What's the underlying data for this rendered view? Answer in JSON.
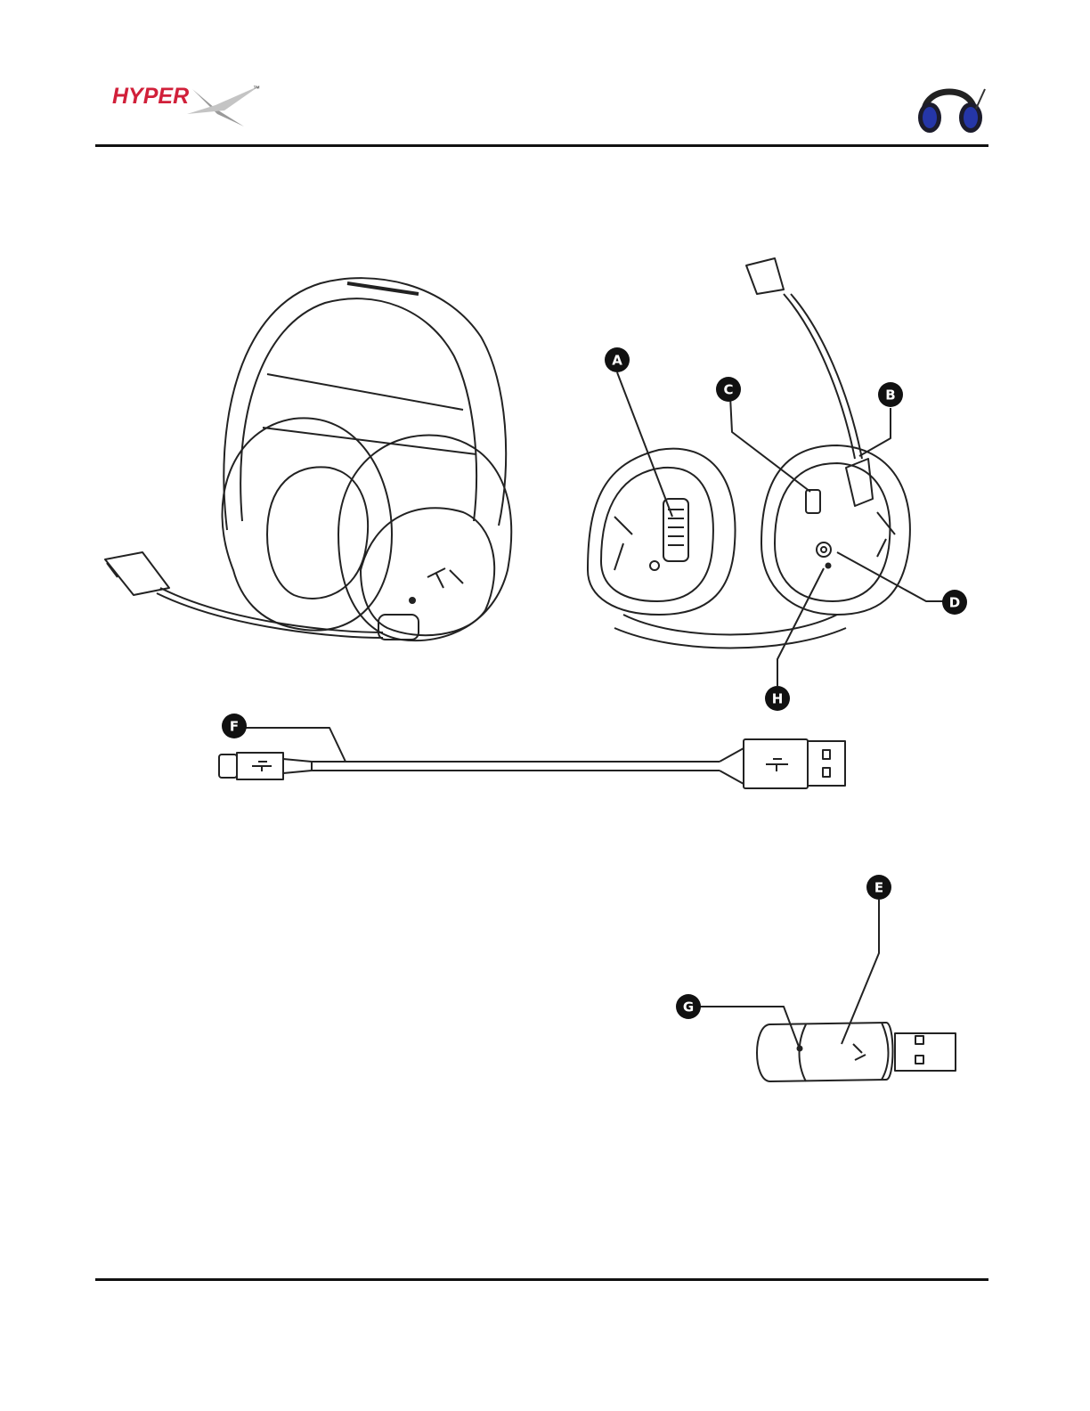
{
  "header": {
    "logo": {
      "text": "HYPER",
      "x_mark": "X",
      "trademark": "™",
      "icon": "hyperx-logo"
    },
    "thumbnail": {
      "icon": "headset-thumbnail-icon"
    }
  },
  "callouts": [
    {
      "id": "A",
      "icon": "callout-badge"
    },
    {
      "id": "B",
      "icon": "callout-badge"
    },
    {
      "id": "C",
      "icon": "callout-badge"
    },
    {
      "id": "D",
      "icon": "callout-badge"
    },
    {
      "id": "E",
      "icon": "callout-badge"
    },
    {
      "id": "F",
      "icon": "callout-badge"
    },
    {
      "id": "G",
      "icon": "callout-badge"
    },
    {
      "id": "H",
      "icon": "callout-badge"
    }
  ],
  "colors": {
    "brand_red": "#d1203a",
    "brand_silver": "#9a9a9a",
    "line": "#111111",
    "badge": "#111111"
  }
}
